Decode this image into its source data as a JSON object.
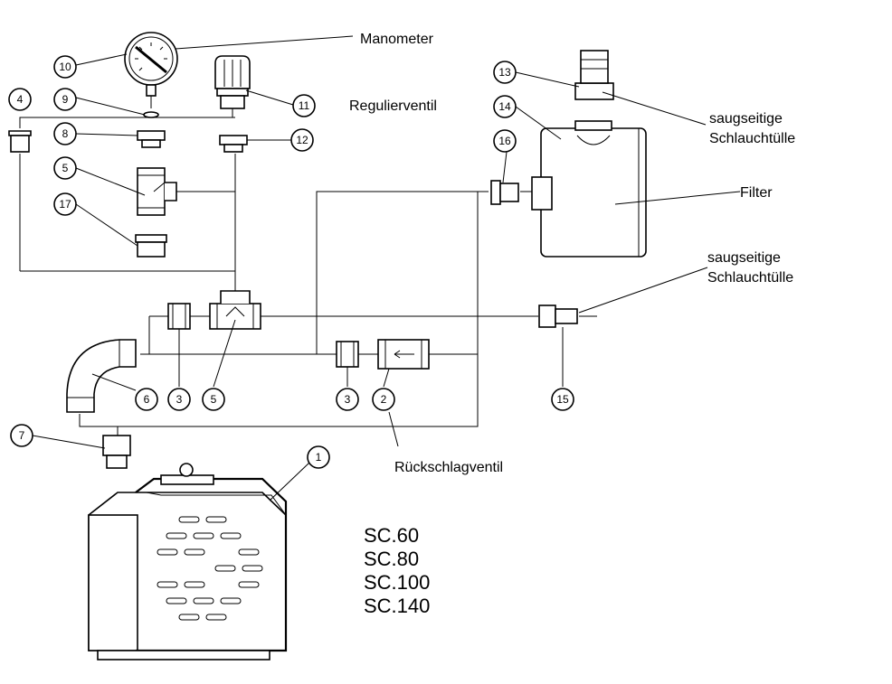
{
  "labels": {
    "manometer": "Manometer",
    "regulierventil": "Regulierventil",
    "saug_top_1": "saugseitige",
    "saug_top_2": "Schlauchtülle",
    "filter": "Filter",
    "saug_right_1": "saugseitige",
    "saug_right_2": "Schlauchtülle",
    "rueckschlag": "Rückschlagventil"
  },
  "models": [
    "SC.60",
    "SC.80",
    "SC.100",
    "SC.140"
  ],
  "part_numbers": {
    "p1": "1",
    "p2": "2",
    "p3a": "3",
    "p3b": "3",
    "p4": "4",
    "p5a": "5",
    "p5b": "5",
    "p6": "6",
    "p7": "7",
    "p8": "8",
    "p9": "9",
    "p10": "10",
    "p11": "11",
    "p12": "12",
    "p13": "13",
    "p14": "14",
    "p15": "15",
    "p16": "16",
    "p17": "17"
  }
}
